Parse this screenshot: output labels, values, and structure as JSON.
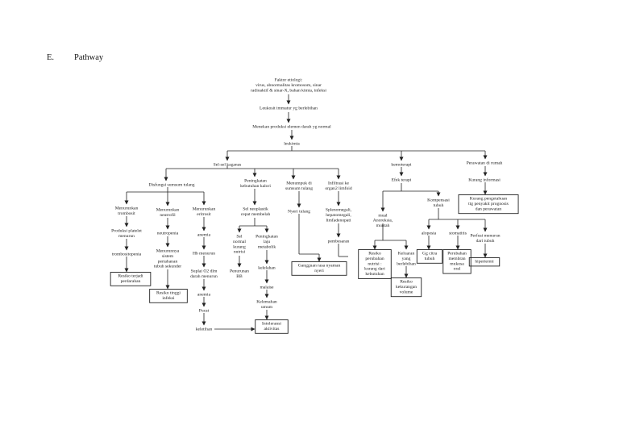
{
  "header": {
    "section": "E.",
    "title": "Pathway"
  },
  "nodes": {
    "etiologi": [
      "Faktor etiologi:",
      "virus, abnormalitas kromosom, sinar",
      "radioaktif & sinar-X, bahan kimia, infeksi"
    ],
    "leukosit": [
      "Leukosit immatur yg berlebihan"
    ],
    "menekan": [
      "Menekan produksi elemen darah yg normal"
    ],
    "leukimia": [
      "leukimia"
    ],
    "sel_kaganas": [
      "Sel-sel kaganas"
    ],
    "kemoterapi": [
      "kemoterapi"
    ],
    "perawatan": [
      "Perawatan di rumah"
    ],
    "disfungsi": [
      "Disfungsi sumsum tulang"
    ],
    "peningkatan_kebutuhan": [
      "Peningkatan",
      "kebutuhan kalori"
    ],
    "menumpuk": [
      "Menumpuk di",
      "sumsum tulang"
    ],
    "infiltrasi": [
      "Infiltrasi ke",
      "organ2 limfoid"
    ],
    "efek_terapi": [
      "Efek terapi"
    ],
    "kurang_info": [
      "Kurang informasi"
    ],
    "trombosit": [
      "Menurunkan",
      "trombosit"
    ],
    "neutrofil": [
      "Menurunkan",
      "neutrofil"
    ],
    "eritrosit": [
      "Menurunkan",
      "eritrosit"
    ],
    "sel_neoplastik": [
      "Sel neoplastik",
      "cepat membelah"
    ],
    "nyeri_tulang": [
      "Nyeri tulang"
    ],
    "splenomegali": [
      "Splenomegali,",
      "hepatomegali,",
      "limfadenopati"
    ],
    "mual": [
      "mual"
    ],
    "kompensasi": [
      "Kompensasi",
      "tubuh"
    ],
    "kurang_pengetahuan": [
      "Kurang pengetahuan",
      "ttg penyakit prognosis",
      "dan perawatan"
    ],
    "produksi_platelet": [
      "Produksi platelet",
      "menurun"
    ],
    "neutropenia": [
      "neutropenia"
    ],
    "anemia": [
      "anemia"
    ],
    "sel_normal": [
      "Sel",
      "normal",
      "kurang",
      "nutrisi"
    ],
    "peningkatan_laju": [
      "Peningkatan",
      "laju",
      "metabolik"
    ],
    "pembesaran": [
      "pembesaran"
    ],
    "anoreksia": [
      "Anoreksia,",
      "muntah"
    ],
    "alopesia": [
      "alopesia"
    ],
    "stomatitis": [
      "stomatitis"
    ],
    "perfusi_menurun": [
      "Perfusi menurun",
      "dari tubuh"
    ],
    "trombositopenia": [
      "trombositopenia"
    ],
    "menurunnya_sistem": [
      "Menurunnya",
      "sistem",
      "pertahanan",
      "tubuh sekunder"
    ],
    "hb_menurun": [
      "Hb menurun"
    ],
    "penurunan_bb": [
      "Penurunan",
      "BB"
    ],
    "kelelahan": [
      "kelelahan"
    ],
    "malaise": [
      "malaise"
    ],
    "kelemahan": [
      "Kelemahan",
      "umum"
    ],
    "suplai": [
      "Suplai O2 dlm",
      "darah menurun"
    ],
    "anemia2": [
      "anemia"
    ],
    "pucat": [
      "Pucat"
    ],
    "keletihan": [
      "keletihan"
    ],
    "keluaran": [
      "Keluaran",
      "yang",
      "berlebihan"
    ],
    "gg_citra": [
      "Gg citra",
      "tubuh"
    ],
    "perubahan_membran": [
      "Perubahan",
      "membran",
      "mukosa",
      "oral"
    ],
    "hipertermi": [
      "hipertermi"
    ],
    "resiko_perdarahan": [
      "Resiko terjadi",
      "perdarahan"
    ],
    "resiko_infeksi": [
      "Resiko tinggi",
      "infeksi"
    ],
    "gangguan_nyaman": [
      "Gangguan rasa nyaman",
      "nyeri"
    ],
    "resiko_nutrisi": [
      "Resiko",
      "perubahan",
      "nutrisi :",
      "kurang dari",
      "kebutuhan"
    ],
    "resiko_volume": [
      "Resiko",
      "kekurangan",
      "volume"
    ],
    "intoleransi": [
      "Intoleransi",
      "aktivitas"
    ]
  },
  "colors": {
    "line": "#222222",
    "text": "#222222"
  }
}
